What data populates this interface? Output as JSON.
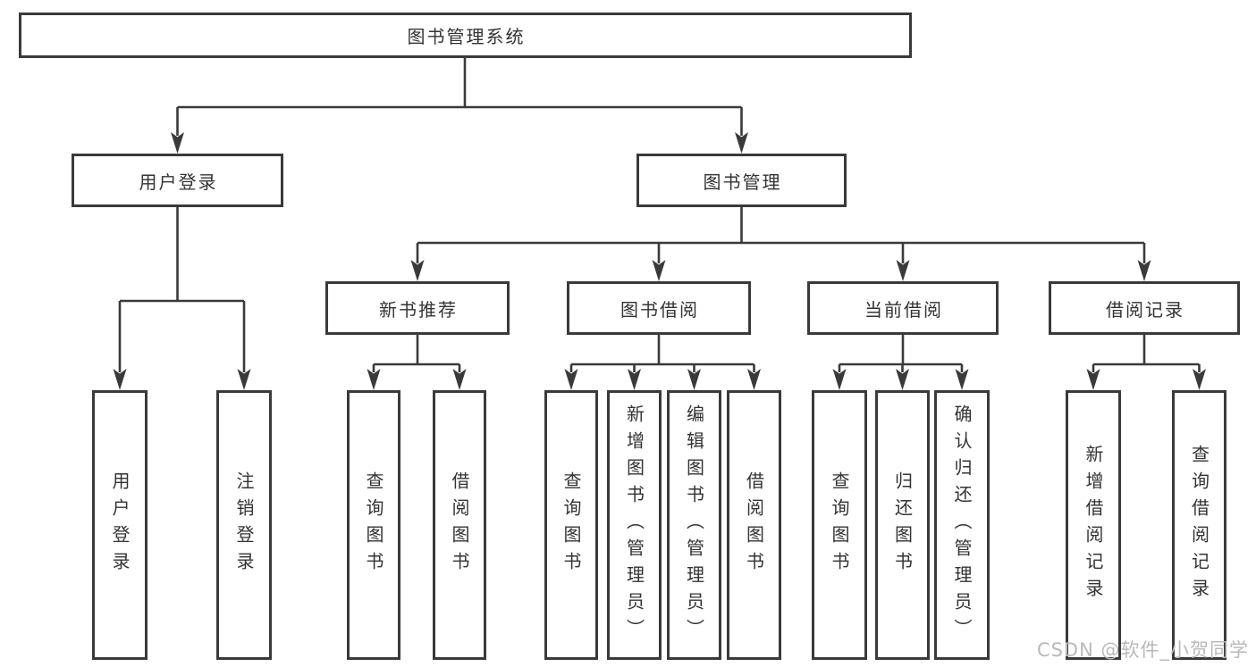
{
  "diagram": {
    "type": "tree",
    "colors": {
      "line": "#3a3a3a",
      "box_fill": "#ffffff",
      "text": "#333333",
      "background": "#ffffff",
      "watermark": "#b9b9b9"
    },
    "tree": {
      "label": "图书管理系统",
      "children": [
        {
          "label": "用户登录",
          "children": [
            {
              "label": "用户登录"
            },
            {
              "label": "注销登录"
            }
          ]
        },
        {
          "label": "图书管理",
          "children": [
            {
              "label": "新书推荐",
              "children": [
                {
                  "label": "查询图书"
                },
                {
                  "label": "借阅图书"
                }
              ]
            },
            {
              "label": "图书借阅",
              "children": [
                {
                  "label": "查询图书"
                },
                {
                  "label": "新增图书（管理员）"
                },
                {
                  "label": "编辑图书（管理员）"
                },
                {
                  "label": "借阅图书"
                }
              ]
            },
            {
              "label": "当前借阅",
              "children": [
                {
                  "label": "查询图书"
                },
                {
                  "label": "归还图书"
                },
                {
                  "label": "确认归还（管理员）"
                }
              ]
            },
            {
              "label": "借阅记录",
              "children": [
                {
                  "label": "新增借阅记录"
                },
                {
                  "label": "查询借阅记录"
                }
              ]
            }
          ]
        }
      ]
    }
  },
  "watermark": {
    "text": "CSDN @软件_小贺同学"
  }
}
